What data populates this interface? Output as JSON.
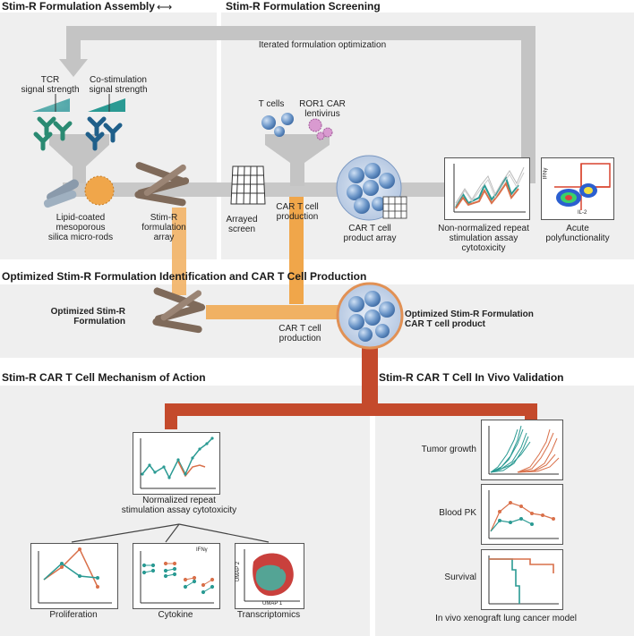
{
  "headers": {
    "assembly": "Stim-R Formulation Assembly",
    "screening": "Stim-R Formulation Screening",
    "optimized": "Optimized Stim-R Formulation Identification and CAR T Cell Production",
    "mechanism": "Stim-R CAR T Cell Mechanism of Action",
    "invivo": "Stim-R CAR T Cell In Vivo Validation"
  },
  "loop": {
    "label": "Iterated formulation optimization"
  },
  "assembly": {
    "tcr": "TCR\nsignal strength",
    "costim": "Co-stimulation\nsignal strength",
    "microrods": "Lipid-coated\nmesoporous\nsilica micro-rods",
    "formulation_array": "Stim-R\nformulation\narray",
    "arrayed_screen": "Arrayed\nscreen"
  },
  "screening": {
    "t_cells": "T cells",
    "lentivirus": "ROR1 CAR\nlentivirus",
    "production": "CAR T cell\nproduction",
    "product_array": "CAR T cell\nproduct array",
    "nonnorm": "Non-normalized repeat\nstimulation assay\ncytotoxicity",
    "acute": "Acute\npolyfunctionality",
    "flow_y": "IFNγ",
    "flow_x": "IL-2"
  },
  "optimized": {
    "formulation": "Optimized Stim-R\nFormulation",
    "production": "CAR T cell\nproduction",
    "product": "Optimized Stim-R Formulation\nCAR T cell product"
  },
  "mechanism": {
    "normalized": "Normalized repeat\nstimulation assay cytotoxicity",
    "proliferation": "Proliferation",
    "cytokine": "Cytokine",
    "cytokine_tag": "IFNγ",
    "transcriptomics": "Transcriptomics",
    "umap1": "UMAP 1",
    "umap2": "UMAP 2"
  },
  "invivo": {
    "tumor": "Tumor growth",
    "blood": "Blood PK",
    "survival": "Survival",
    "model": "In vivo xenograft lung cancer model"
  },
  "colors": {
    "teal": "#2a9a93",
    "orange": "#d9704a",
    "red": "#c44a2c",
    "amber": "#f0a64a",
    "gray": "#c4c4c4"
  }
}
